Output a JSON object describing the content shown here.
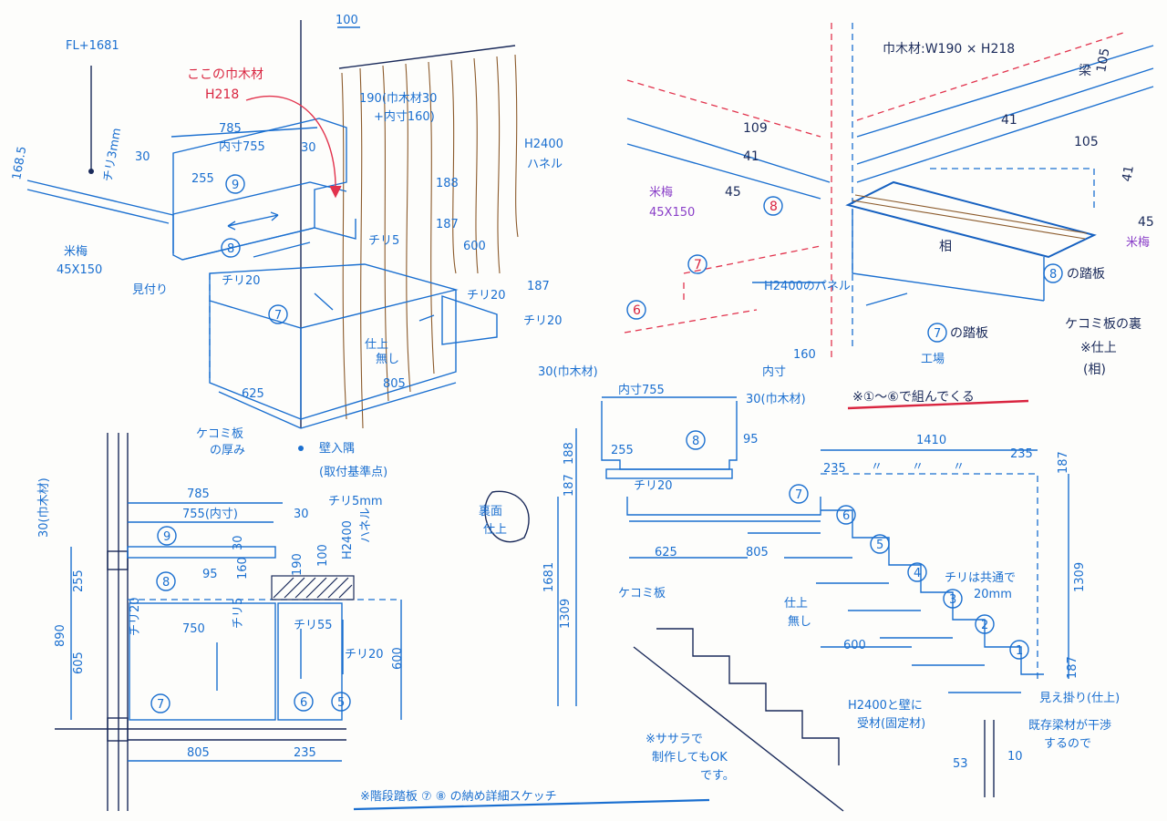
{
  "title": "※階段踏板 ⑦ ⑧ の納め詳細スケッチ",
  "colors": {
    "blue": "#1a6fd0",
    "red": "#d9243f",
    "purple": "#8a3fc8",
    "ink": "#1a2a5a",
    "brown": "#8b5a2b"
  },
  "iso_view": {
    "fl": "FL+1681",
    "dim_168": "168.5",
    "chiri3": "チリ3mm",
    "dim_30": "30",
    "dim_785": "785",
    "naisun755": "内寸755",
    "dim_30b": "30",
    "dim_100": "100",
    "red_note_1": "ここの巾木材",
    "red_note_2": "H218",
    "note_190": "190(巾木材30",
    "note_190b": "+内寸160)",
    "panel_1": "H2400",
    "panel_2": "ハネル",
    "dim_255": "255",
    "beam": "米梅",
    "beam_size": "45X150",
    "dim_188": "188",
    "dim_187": "187",
    "chiri15": "チリ5",
    "dim_600": "600",
    "mietsuri": "見付り",
    "chiri120": "チリ20",
    "chiri120b": "チリ20",
    "chiri120c": "チリ20",
    "dim_187b": "187",
    "shiage": "仕上",
    "mudo": "無し",
    "dim_625": "625",
    "dim_805": "805",
    "kemomi_1": "ケコミ板",
    "kemomi_2": "の厚み",
    "wall_1": "壁入隅",
    "wall_2": "(取付基準点)",
    "n8": "8",
    "n7": "7",
    "n9": "9"
  },
  "top_right": {
    "habaki_note": "巾木材:W190 × H218",
    "dim_105": "105",
    "ryo": "梁",
    "dim_41": "41",
    "dim_109": "109",
    "dim_41b": "41",
    "dim_45": "45",
    "beam": "米梅",
    "beam_size": "45X150",
    "dim_105b": "105",
    "dim_41c": "41",
    "dim_45b": "45",
    "beam_r": "米梅",
    "n8": "8",
    "n7": "7",
    "n6": "6",
    "panel": "H2400のパネル",
    "ai": "相",
    "label_8": "の踏板",
    "label_7": "の踏板",
    "kemomi_back": "ケコミ板の裏",
    "shiage_note": "※仕上",
    "ai_paren": "(相)",
    "kouba": "工場",
    "kumi_note": "※①〜⑥で組んでくる"
  },
  "plan_view": {
    "habaki_1": "30(巾木材)",
    "dim_785": "785",
    "naisun": "755(内寸)",
    "dim_30": "30",
    "chiri15mm": "チリ5mm",
    "dim_30c": "30",
    "dim_160": "160",
    "dim_190": "190",
    "dim_100": "100",
    "panel_h": "H2400",
    "panel_2": "ハネル",
    "dim_255": "255",
    "dim_890": "890",
    "dim_605": "605",
    "dim_95": "95",
    "chiri120": "チリ20",
    "dim_750": "750",
    "chiri15": "チリ5",
    "chiri_15": "チリ55",
    "chiri120b": "チリ20",
    "dim_600": "600",
    "dim_805": "805",
    "dim_235": "235",
    "n8": "8",
    "n9": "9",
    "n7": "7",
    "n6": "6",
    "n5": "5"
  },
  "elevation": {
    "habaki_30": "30(巾木材)",
    "naisun755": "内寸755",
    "dim_160": "160",
    "naisun": "内寸",
    "habaki_30b": "30(巾木材)",
    "dim_95": "95",
    "dim_188": "188",
    "dim_187": "187",
    "dim_255": "255",
    "chiri120": "チリ20",
    "dim_1681": "1681",
    "dim_1309": "1309",
    "uramen_1": "裏面",
    "uramen_2": "仕上",
    "dim_625": "625",
    "dim_805": "805",
    "kemomi": "ケコミ板",
    "dim_1410": "1410",
    "dim_235a": "235",
    "ditto": "〃",
    "dim_235b": "235",
    "dim_187r": "187",
    "dim_1309r": "1309",
    "dim_187rb": "187",
    "chiri_note_1": "チリは共通で",
    "chiri_note_2": "20mm",
    "shiage": "仕上",
    "mudo": "無し",
    "dim_600": "600",
    "panel_note_1": "H2400と壁に",
    "panel_note_2": "受材(固定材)",
    "mietsuri": "見え掛り(仕上)",
    "beam_note_1": "既存梁材が干渉",
    "beam_note_2": "するので",
    "sasara_1": "※ササラで",
    "sasara_2": "制作してもOK",
    "sasara_3": "です。",
    "dim_53": "53",
    "dim_10": "10",
    "n8": "8",
    "n7": "7",
    "n6": "6",
    "n5": "5",
    "n4": "4",
    "n3": "3",
    "n2": "2",
    "n1": "1"
  }
}
